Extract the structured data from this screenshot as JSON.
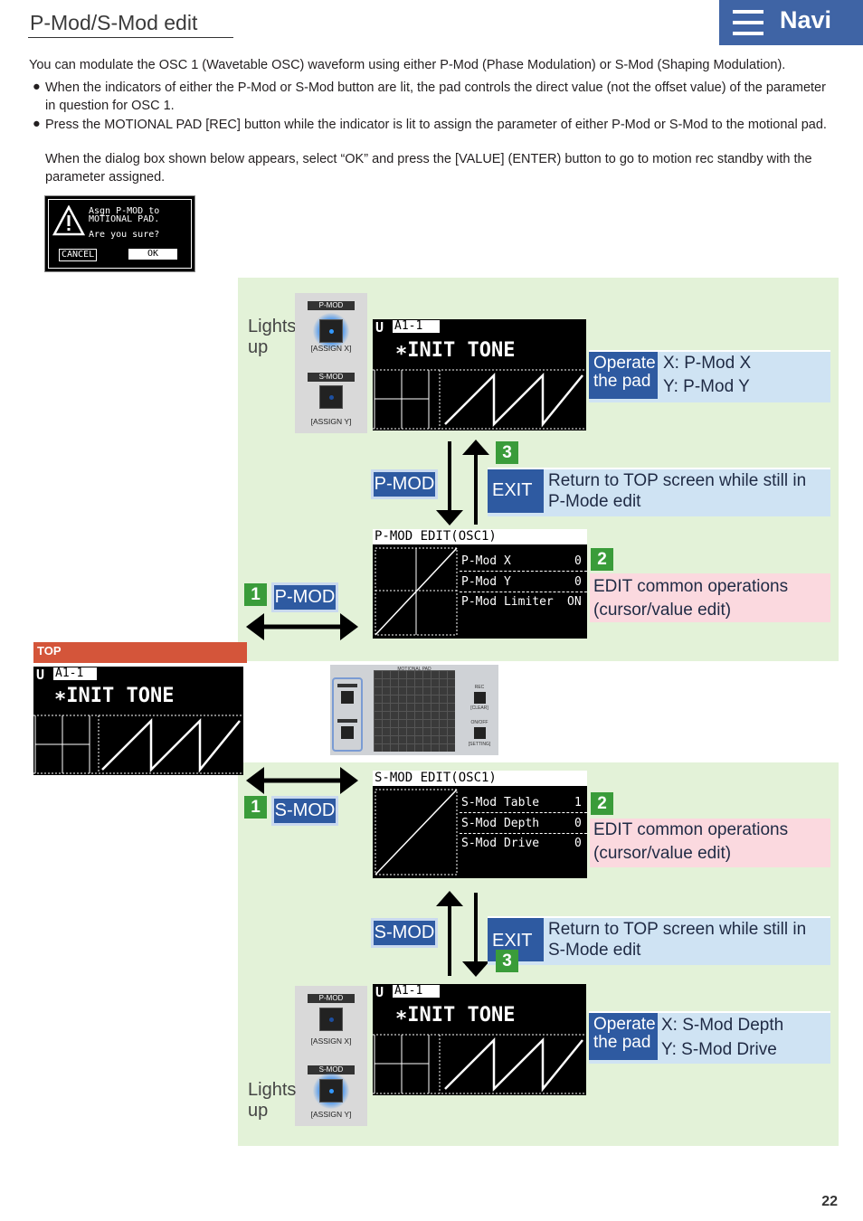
{
  "header": {
    "title": "P-Mod/S-Mod edit",
    "navi_label": "Navi"
  },
  "intro": "You can modulate the OSC 1 (Wavetable OSC) waveform using either P-Mod (Phase Modulation) or S-Mod (Shaping Modulation).",
  "bullets": [
    "When the indicators of either the P-Mod or S-Mod button are lit, the pad controls the direct value (not the offset value) of the parameter in question for OSC 1.",
    "Press the MOTIONAL PAD [REC] button while the indicator is lit to assign the parameter of either P-Mod or S-Mod to the motional pad."
  ],
  "bullet2_extra": "When the dialog box shown below appears, select “OK” and press the [VALUE] (ENTER) button to go to motion rec standby with the parameter assigned.",
  "dialog": {
    "line1": "Asgn P-MOD to",
    "line2": "MOTIONAL PAD.",
    "line3": "Are you sure?",
    "cancel": "CANCEL",
    "ok": "OK"
  },
  "lights_up": "Lights up",
  "panel": {
    "pmod": "P-MOD",
    "smod": "S-MOD",
    "assign_x": "[ASSIGN X]",
    "assign_y": "[ASSIGN Y]"
  },
  "tone_screen": {
    "bank": "A1-1",
    "u": "U",
    "name": "∗INIT TONE"
  },
  "operate_pad": "Operate the pad",
  "pmod_flow": {
    "pad_x": "X: P-Mod X",
    "pad_y": "Y: P-Mod Y",
    "tag": "P-MOD",
    "exit": "EXIT",
    "return_text": "Return to TOP screen while still in P-Mode edit",
    "edit_title": "P-MOD EDIT(OSC1)",
    "params": [
      {
        "name": "P-Mod X",
        "value": "0"
      },
      {
        "name": "P-Mod Y",
        "value": "0"
      },
      {
        "name": "P-Mod Limiter",
        "value": "ON"
      }
    ]
  },
  "smod_flow": {
    "pad_x": "X: S-Mod Depth",
    "pad_y": "Y: S-Mod Drive",
    "tag": "S-MOD",
    "exit": "EXIT",
    "return_text": "Return to TOP screen while still in S-Mode edit",
    "edit_title": "S-MOD EDIT(OSC1)",
    "params": [
      {
        "name": "S-Mod Table",
        "value": "1"
      },
      {
        "name": "S-Mod Depth",
        "value": "0"
      },
      {
        "name": "S-Mod Drive",
        "value": "0"
      }
    ]
  },
  "edit_common": "EDIT common operations (cursor/value edit)",
  "steps": {
    "one": "1",
    "two": "2",
    "three": "3"
  },
  "top_label": "TOP",
  "motional_pad": {
    "title": "MOTIONAL PAD",
    "rec": "REC",
    "clear": "[CLEAR]",
    "onoff": "ON/OFF",
    "setting": "[SETTING]"
  },
  "page_number": "22"
}
